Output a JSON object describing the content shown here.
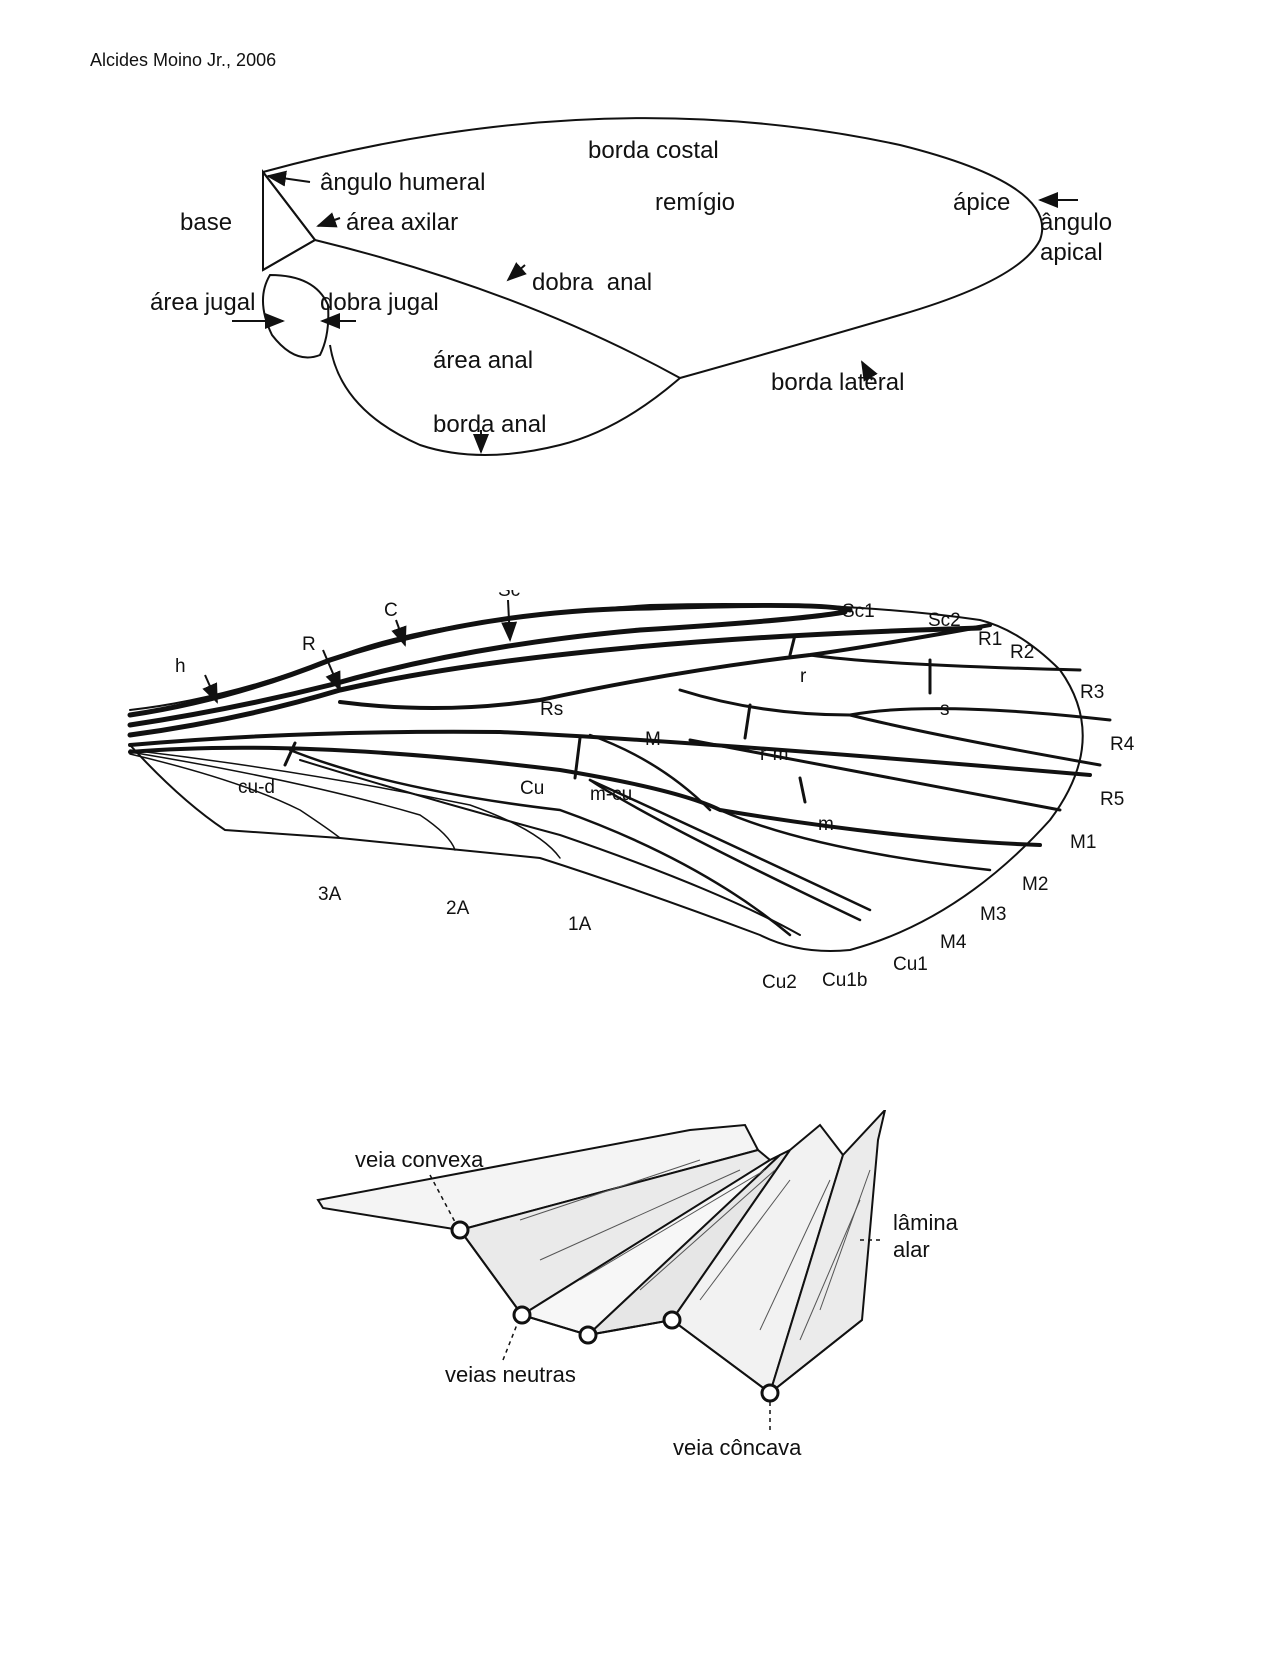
{
  "header": {
    "author": "Alcides Moino Jr., 2006"
  },
  "figure1": {
    "labels": {
      "borda_costal": "borda costal",
      "angulo_humeral": "ângulo humeral",
      "remigio": "remígio",
      "apice": "ápice",
      "angulo_apical_1": "ângulo",
      "angulo_apical_2": "apical",
      "base": "base",
      "area_axilar": "área axilar",
      "dobra_anal": "dobra  anal",
      "area_jugal": "área jugal",
      "dobra_jugal": "dobra jugal",
      "area_anal": "área anal",
      "borda_lateral": "borda lateral",
      "borda_anal": "borda anal"
    }
  },
  "figure2": {
    "labels": {
      "C": "C",
      "Sc": "Sc",
      "R": "R",
      "h": "h",
      "Sc1": "Sc1",
      "Sc2": "Sc2",
      "R1": "R1",
      "R2": "R2",
      "R3": "R3",
      "R4": "R4",
      "R5": "R5",
      "r": "r",
      "s": "s",
      "Rs": "Rs",
      "M": "M",
      "rm": "r-m",
      "cud": "cu-d",
      "Cu": "Cu",
      "mcu": "m-cu",
      "m": "m",
      "M1": "M1",
      "M2": "M2",
      "M3": "M3",
      "M4": "M4",
      "Cu1": "Cu1",
      "Cu1b": "Cu1b",
      "Cu2": "Cu2",
      "A1": "1A",
      "A2": "2A",
      "A3": "3A"
    }
  },
  "figure3": {
    "labels": {
      "veia_convexa": "veia convexa",
      "lamina_1": "lâmina",
      "lamina_2": "alar",
      "veias_neutras": "veias neutras",
      "veia_concava": "veia côncava"
    }
  }
}
